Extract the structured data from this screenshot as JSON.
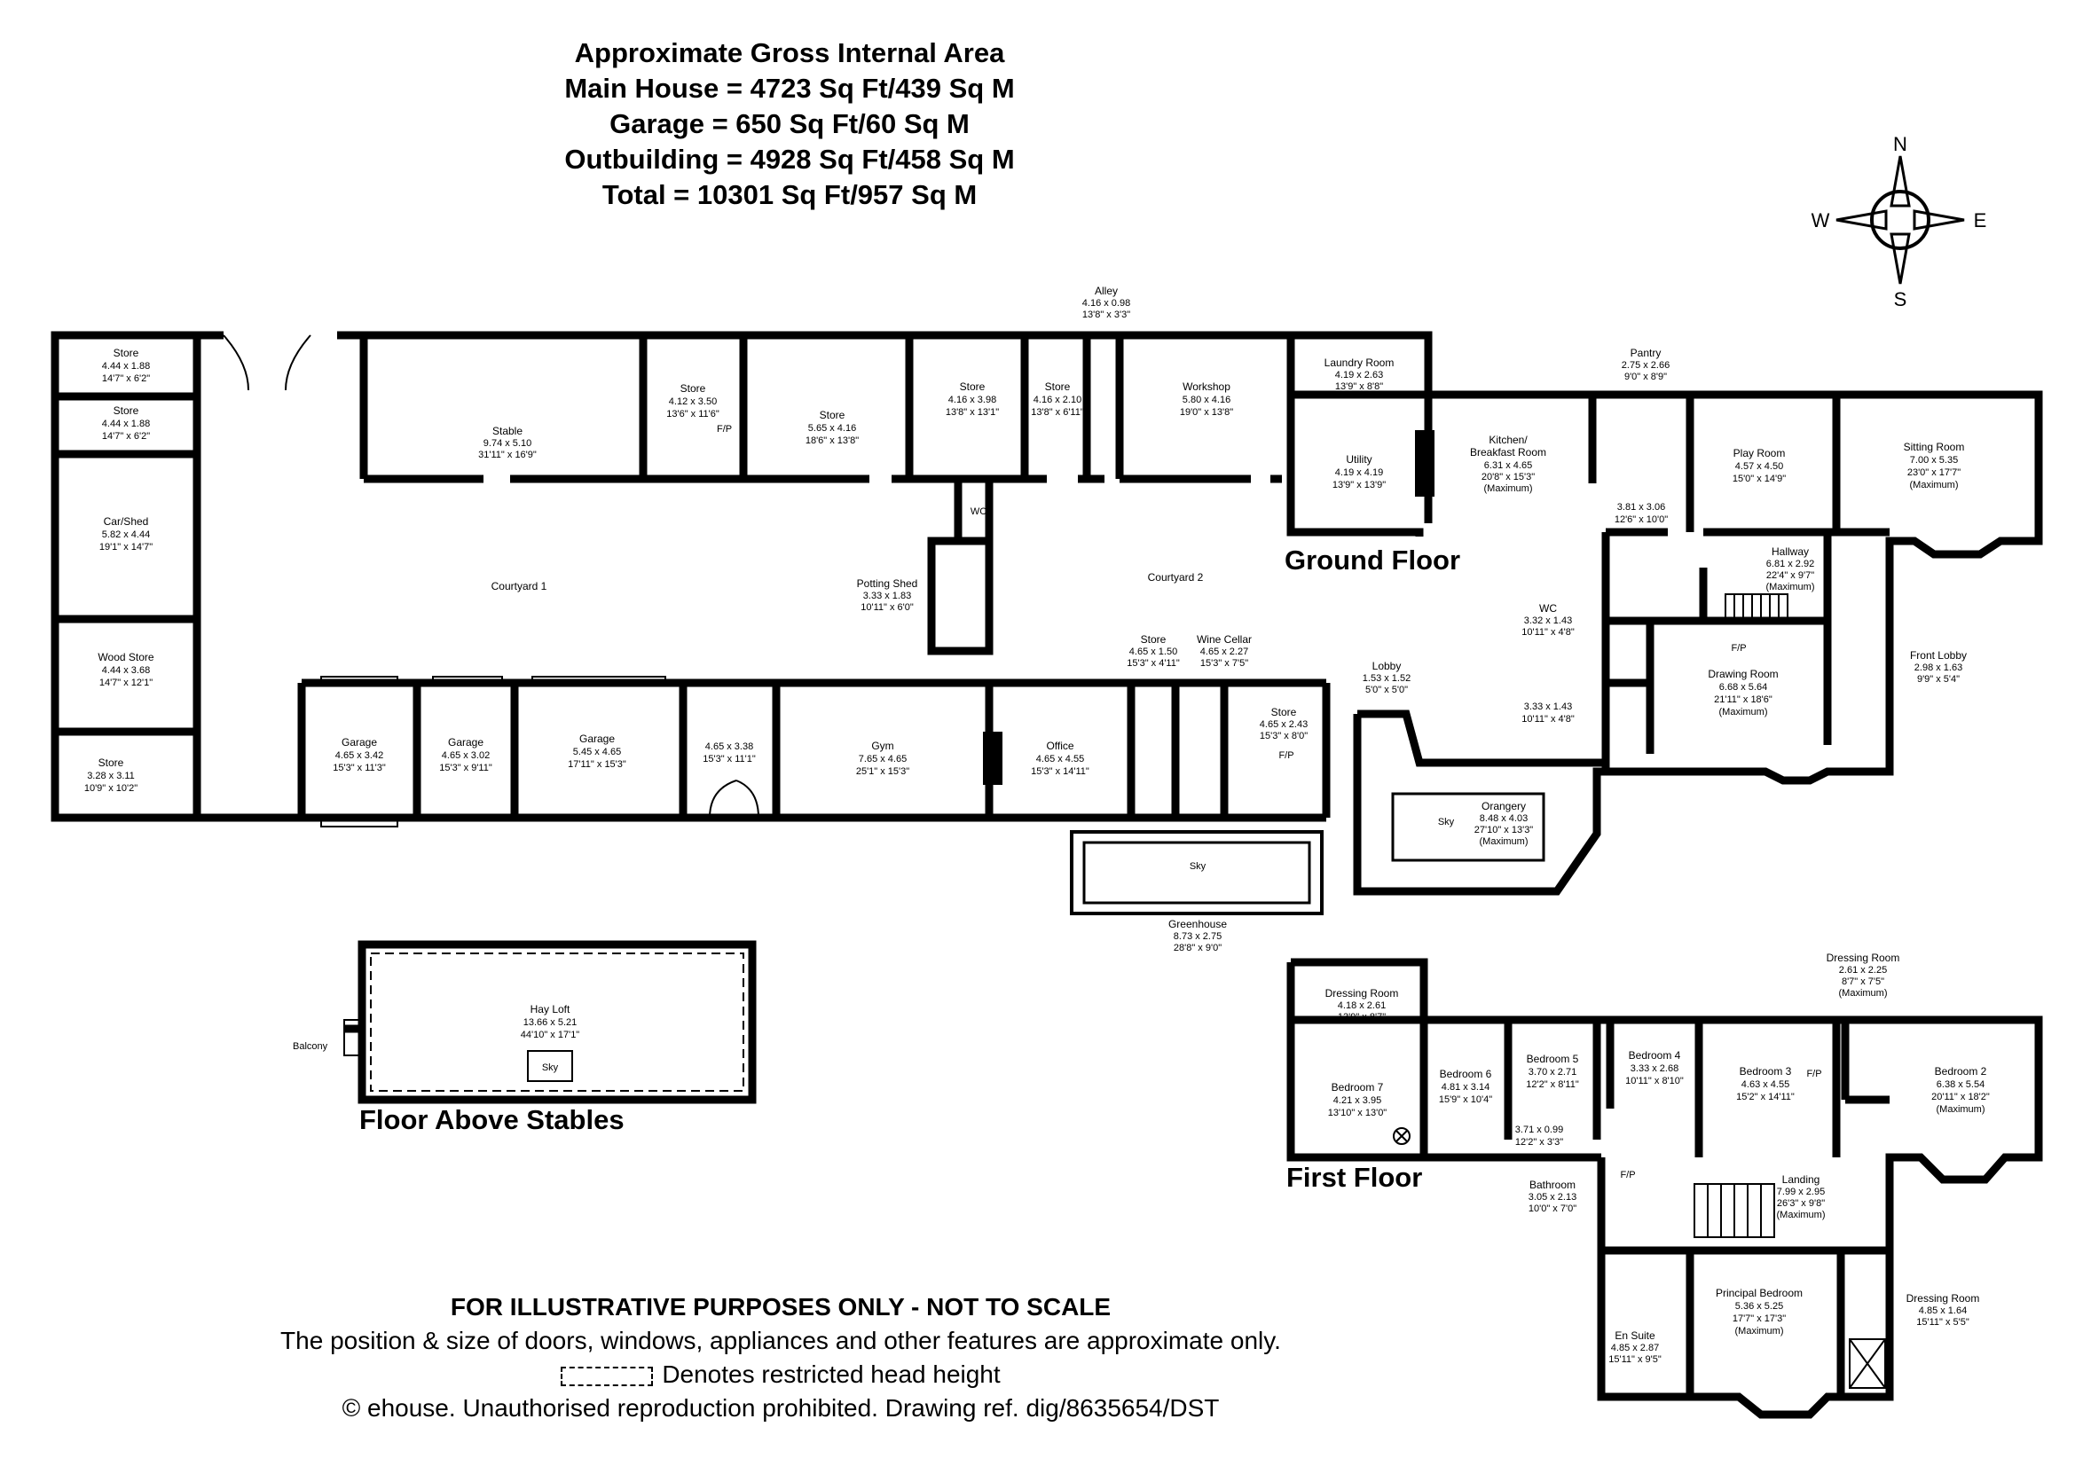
{
  "header": {
    "line1": "Approximate Gross Internal Area",
    "line2": "Main House = 4723 Sq Ft/439 Sq M",
    "line3": "Garage = 650 Sq Ft/60 Sq M",
    "line4": "Outbuilding = 4928 Sq Ft/458 Sq M",
    "line5": "Total = 10301 Sq Ft/957 Sq M"
  },
  "compass": {
    "n": "N",
    "e": "E",
    "s": "S",
    "w": "W"
  },
  "floors": {
    "ground": "Ground Floor",
    "first": "First Floor",
    "above_stables": "Floor Above Stables"
  },
  "rooms": {
    "store_a": {
      "name": "Store",
      "m": "4.44 x 1.88",
      "ft": "14'7\" x 6'2\""
    },
    "store_b": {
      "name": "Store",
      "m": "4.44 x 1.88",
      "ft": "14'7\" x 6'2\""
    },
    "car_shed": {
      "name": "Car/Shed",
      "m": "5.82 x 4.44",
      "ft": "19'1\" x 14'7\""
    },
    "wood_store": {
      "name": "Wood Store",
      "m": "4.44 x 3.68",
      "ft": "14'7\" x 12'1\""
    },
    "store_c": {
      "name": "Store",
      "m": "3.28 x 3.11",
      "ft": "10'9\" x 10'2\""
    },
    "stable": {
      "name": "Stable",
      "m": "9.74 x 5.10",
      "ft": "31'11\" x 16'9\""
    },
    "store_d": {
      "name": "Store",
      "m": "4.12 x 3.50",
      "ft": "13'6\" x 11'6\""
    },
    "store_e": {
      "name": "Store",
      "m": "5.65 x 4.16",
      "ft": "18'6\" x 13'8\""
    },
    "store_f": {
      "name": "Store",
      "m": "4.16 x 3.98",
      "ft": "13'8\" x 13'1\""
    },
    "store_g": {
      "name": "Store",
      "m": "4.16 x 2.10",
      "ft": "13'8\" x 6'11\""
    },
    "alley": {
      "name": "Alley",
      "m": "4.16 x 0.98",
      "ft": "13'8\" x 3'3\""
    },
    "workshop": {
      "name": "Workshop",
      "m": "5.80 x 4.16",
      "ft": "19'0\" x 13'8\""
    },
    "laundry": {
      "name": "Laundry Room",
      "m": "4.19 x 2.63",
      "ft": "13'9\" x 8'8\""
    },
    "utility": {
      "name": "Utility",
      "m": "4.19 x 4.19",
      "ft": "13'9\" x 13'9\""
    },
    "kitchen": {
      "name": "Kitchen/",
      "name2": "Breakfast Room",
      "m": "6.31 x 4.65",
      "ft": "20'8\" x 15'3\"",
      "note": "(Maximum)"
    },
    "pantry": {
      "name": "Pantry",
      "m": "2.75 x 2.66",
      "ft": "9'0\" x 8'9\""
    },
    "play_room": {
      "name": "Play Room",
      "m": "4.57 x 4.50",
      "ft": "15'0\" x 14'9\""
    },
    "sitting_room": {
      "name": "Sitting Room",
      "m": "7.00 x 5.35",
      "ft": "23'0\" x 17'7\"",
      "note": "(Maximum)"
    },
    "small_room": {
      "m": "3.81 x 3.06",
      "ft": "12'6\" x 10'0\""
    },
    "hallway": {
      "name": "Hallway",
      "m": "6.81 x 2.92",
      "ft": "22'4\" x 9'7\"",
      "note": "(Maximum)"
    },
    "wc_ground": {
      "name": "WC",
      "m": "3.32 x 1.43",
      "ft": "10'11\" x 4'8\""
    },
    "room_333": {
      "m": "3.33 x 1.43",
      "ft": "10'11\" x 4'8\""
    },
    "drawing_room": {
      "name": "Drawing Room",
      "m": "6.68 x 5.64",
      "ft": "21'11\" x 18'6\"",
      "note": "(Maximum)"
    },
    "front_lobby": {
      "name": "Front Lobby",
      "m": "2.98 x 1.63",
      "ft": "9'9\" x 5'4\""
    },
    "lobby": {
      "name": "Lobby",
      "m": "1.53 x 1.52",
      "ft": "5'0\" x 5'0\""
    },
    "orangery": {
      "name": "Orangery",
      "m": "8.48 x 4.03",
      "ft": "27'10\" x 13'3\"",
      "note": "(Maximum)"
    },
    "garage_1": {
      "name": "Garage",
      "m": "4.65 x 3.42",
      "ft": "15'3\" x 11'3\""
    },
    "garage_2": {
      "name": "Garage",
      "m": "4.65 x 3.02",
      "ft": "15'3\" x 9'11\""
    },
    "garage_3": {
      "name": "Garage",
      "m": "5.45 x 4.65",
      "ft": "17'11\" x 15'3\""
    },
    "room_465": {
      "m": "4.65 x 3.38",
      "ft": "15'3\" x 11'1\""
    },
    "gym": {
      "name": "Gym",
      "m": "7.65 x 4.65",
      "ft": "25'1\" x 15'3\""
    },
    "office": {
      "name": "Office",
      "m": "4.65 x 4.55",
      "ft": "15'3\" x 14'11\""
    },
    "store_h": {
      "name": "Store",
      "m": "4.65 x 1.50",
      "ft": "15'3\" x 4'11\""
    },
    "wine_cellar": {
      "name": "Wine Cellar",
      "m": "4.65 x 2.27",
      "ft": "15'3\" x 7'5\""
    },
    "store_i": {
      "name": "Store",
      "m": "4.65 x 2.43",
      "ft": "15'3\" x 8'0\""
    },
    "potting_shed": {
      "name": "Potting Shed",
      "m": "3.33 x 1.83",
      "ft": "10'11\" x 6'0\""
    },
    "wc_out": {
      "name": "WC"
    },
    "greenhouse": {
      "name": "Greenhouse",
      "m": "8.73 x 2.75",
      "ft": "28'8\" x 9'0\""
    },
    "hay_loft": {
      "name": "Hay Loft",
      "m": "13.66 x 5.21",
      "ft": "44'10\" x 17'1\""
    },
    "dressing_1": {
      "name": "Dressing Room",
      "m": "4.18 x 2.61",
      "ft": "13'9\" x 8'7\""
    },
    "bedroom_7": {
      "name": "Bedroom 7",
      "m": "4.21 x 3.95",
      "ft": "13'10\" x 13'0\""
    },
    "bedroom_6": {
      "name": "Bedroom 6",
      "m": "4.81 x 3.14",
      "ft": "15'9\" x 10'4\""
    },
    "bedroom_5": {
      "name": "Bedroom 5",
      "m": "3.70 x 2.71",
      "ft": "12'2\" x 8'11\""
    },
    "bedroom_4": {
      "name": "Bedroom 4",
      "m": "3.33 x 2.68",
      "ft": "10'11\" x 8'10\""
    },
    "room_371": {
      "m": "3.71 x 0.99",
      "ft": "12'2\" x 3'3\""
    },
    "bedroom_3": {
      "name": "Bedroom 3",
      "m": "4.63 x 4.55",
      "ft": "15'2\" x 14'11\""
    },
    "dressing_2": {
      "name": "Dressing Room",
      "m": "2.61 x 2.25",
      "ft": "8'7\" x 7'5\"",
      "note": "(Maximum)"
    },
    "bedroom_2": {
      "name": "Bedroom 2",
      "m": "6.38 x 5.54",
      "ft": "20'11\" x 18'2\"",
      "note": "(Maximum)"
    },
    "bathroom": {
      "name": "Bathroom",
      "m": "3.05 x 2.13",
      "ft": "10'0\" x 7'0\""
    },
    "landing": {
      "name": "Landing",
      "m": "7.99 x 2.95",
      "ft": "26'3\" x 9'8\"",
      "note": "(Maximum)"
    },
    "principal": {
      "name": "Principal Bedroom",
      "m": "5.36 x 5.25",
      "ft": "17'7\" x 17'3\"",
      "note": "(Maximum)"
    },
    "en_suite": {
      "name": "En Suite",
      "m": "4.85 x 2.87",
      "ft": "15'11\" x 9'5\""
    },
    "dressing_3": {
      "name": "Dressing Room",
      "m": "4.85 x 1.64",
      "ft": "15'11\" x 5'5\""
    }
  },
  "labels": {
    "courtyard1": "Courtyard 1",
    "courtyard2": "Courtyard 2",
    "balcony": "Balcony",
    "sky": "Sky",
    "fp": "F/P"
  },
  "footer": {
    "line1": "FOR ILLUSTRATIVE PURPOSES ONLY - NOT TO SCALE",
    "line2": "The position & size of doors, windows, appliances and other features are approximate only.",
    "line3": "Denotes restricted head height",
    "line4": "© ehouse. Unauthorised reproduction prohibited. Drawing ref. dig/8635654/DST"
  }
}
